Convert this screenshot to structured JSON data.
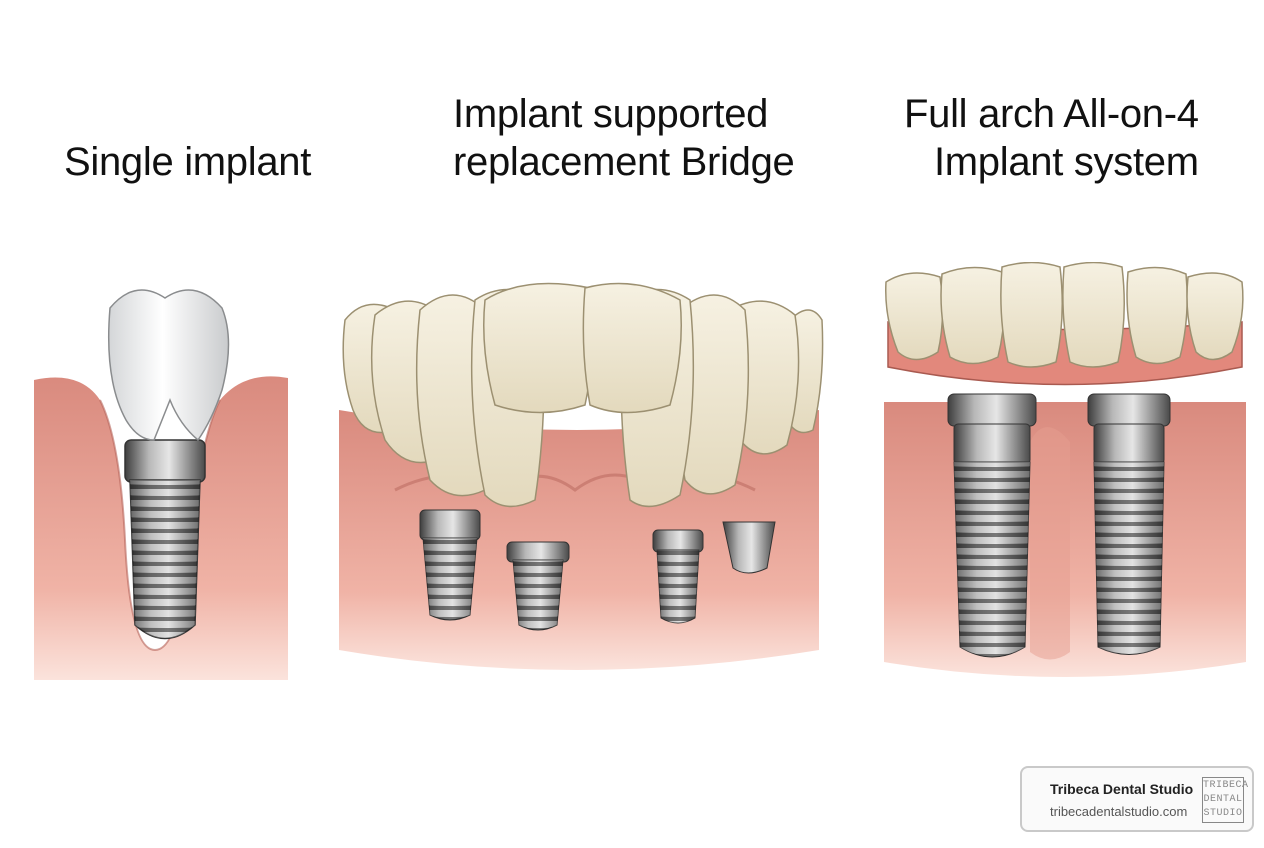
{
  "captions": {
    "single": [
      "Single implant"
    ],
    "bridge": [
      "Implant supported",
      "replacement Bridge"
    ],
    "arch": [
      "Full arch All-on-4",
      "Implant system"
    ]
  },
  "brand": {
    "name": "Tribeca Dental Studio",
    "url": "tribecadentalstudio.com",
    "logo_lines": [
      "TRIBECA",
      "DENTAL",
      "STUDIO"
    ]
  }
}
